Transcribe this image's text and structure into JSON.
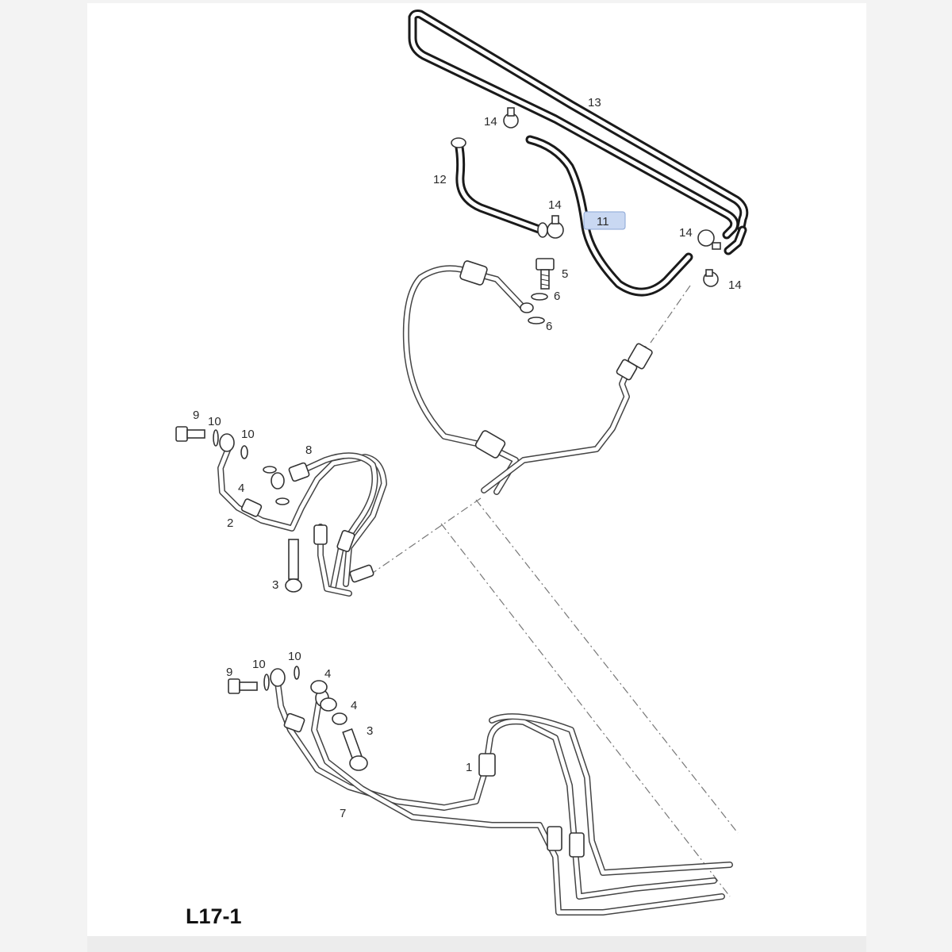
{
  "diagram_code": "L17-1",
  "callouts": {
    "c1": "1",
    "c2": "2",
    "c3a": "3",
    "c3b": "3",
    "c4a": "4",
    "c4b": "4",
    "c4c": "4",
    "c5": "5",
    "c6a": "6",
    "c6b": "6",
    "c7": "7",
    "c8": "8",
    "c9a": "9",
    "c9b": "9",
    "c10a": "10",
    "c10b": "10",
    "c10c": "10",
    "c10d": "10",
    "c11": "11",
    "c12": "12",
    "c13": "13",
    "c14a": "14",
    "c14b": "14",
    "c14c": "14",
    "c14d": "14"
  },
  "colors": {
    "highlight": "#c9d8f2",
    "ink": "#1a1a1a"
  }
}
